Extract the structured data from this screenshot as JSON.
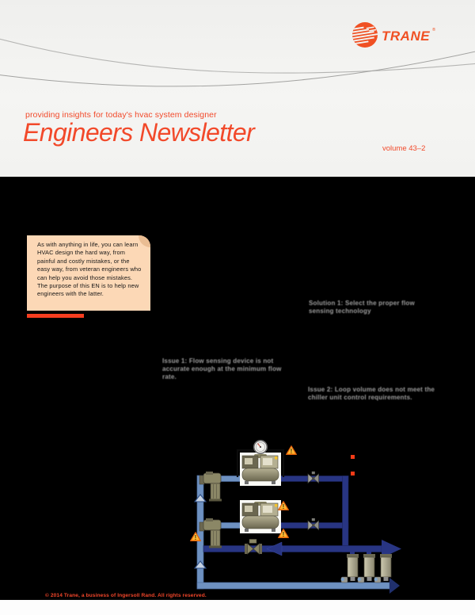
{
  "masthead": {
    "tagline": "providing insights for today's hvac system designer",
    "title": "Engineers Newsletter",
    "volume": "volume 43–2",
    "brand": "TRANE",
    "registered": "®"
  },
  "callout": {
    "text": "As with anything in life, you can learn\nHVAC design the hard way, from\npainful and costly mistakes, or the\neasy way, from veteran engineers who\ncan help you avoid those mistakes.\nThe purpose of this EN is to help new\nengineers with the latter."
  },
  "headings": {
    "solution1": "Solution 1: Select the proper flow\nsensing technology",
    "issue1": "Issue 1: Flow sensing device is not\naccurate enough at the minimum flow\nrate.",
    "issue2": "Issue 2: Loop volume does not meet the\nchiller unit control requirements."
  },
  "footer": {
    "copyright": "© 2014 Trane, a business of Ingersoll Rand.  All rights reserved."
  },
  "diagram": {
    "description": "chilled-water piping schematic with two chillers, pumps, bypass valve, cooling coils",
    "icons": [
      "pressure-gauge-icon",
      "chiller-icon",
      "pump-icon",
      "butterfly-valve-icon",
      "bypass-valve-icon",
      "warning-triangle-icon",
      "flow-arrow-icon",
      "cooling-coil-icon",
      "chevron-up-icon",
      "legend-marker"
    ]
  },
  "colors": {
    "brand_orange": "#f05023",
    "masthead_red": "#f2492a",
    "accent_bar_red": "#f63d1f",
    "callout_bg": "#fcd8b6",
    "heading_gray": "#9d9d9d",
    "pipe_navy": "#283583",
    "pipe_steel_blue": "#6e91c1",
    "panel_black": "#000000",
    "warning_yellow": "#ffd24a"
  }
}
